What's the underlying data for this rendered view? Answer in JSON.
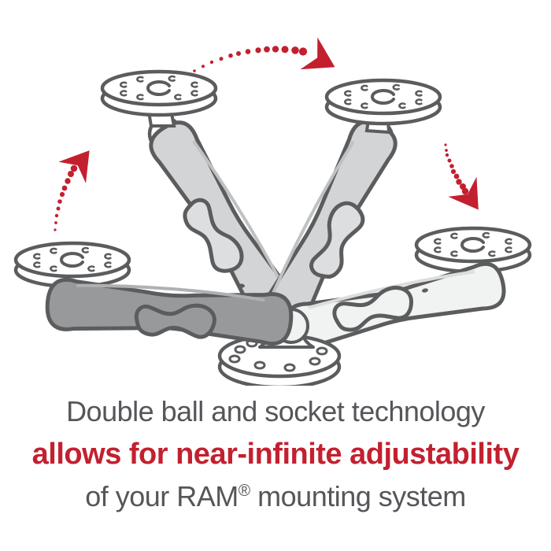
{
  "caption": {
    "line1": "Double ball and socket technology",
    "line2": "allows for near-infinite adjustability",
    "line3_prefix": "of your RAM",
    "line3_reg": "®",
    "line3_suffix": " mounting system"
  },
  "palette": {
    "accent_red": "#C3202F",
    "outline_gray": "#5B5C5E",
    "arm_light_gray": "#D2D4D5",
    "arm_dark_gray": "#97999B",
    "arm_white": "#F1F2F2",
    "caption_gray": "#55565A"
  }
}
